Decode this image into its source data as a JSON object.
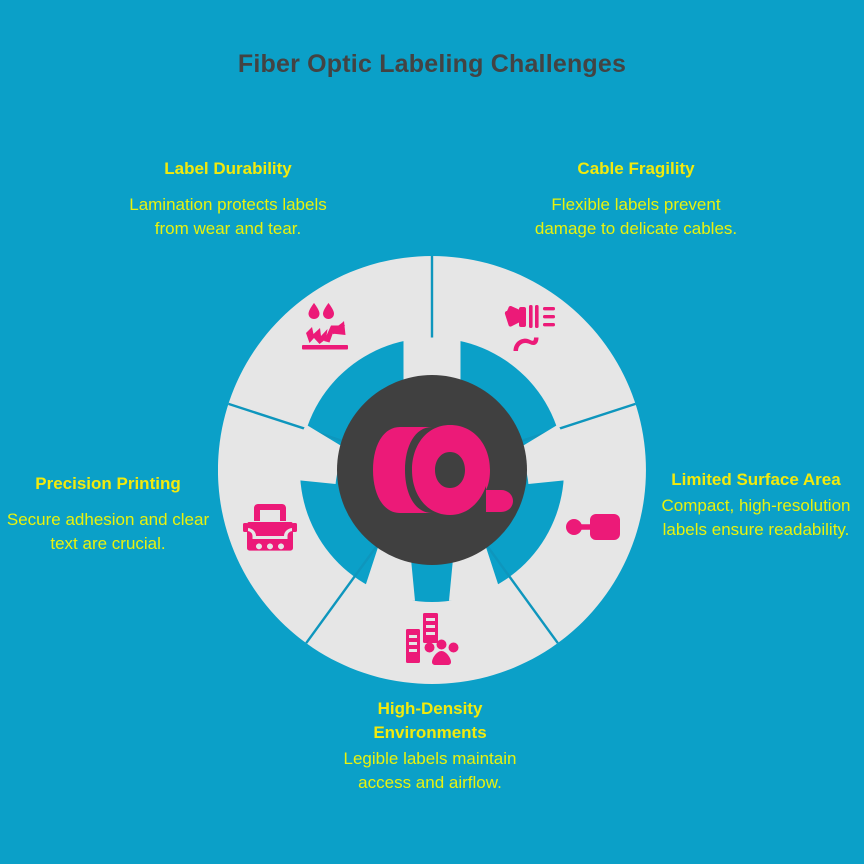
{
  "page": {
    "title": "Fiber Optic Labeling Challenges",
    "background_color": "#0ba0c8",
    "title_color": "#434343",
    "heading_color": "#f2ea0d",
    "body_color": "#e9f20d",
    "ring_color": "#e6e6e6",
    "ring_divider_color": "#0e96bd",
    "hub_color": "#404040",
    "icon_color": "#ec1a78"
  },
  "hub": {
    "icon": "tape-roll-icon"
  },
  "segments": [
    {
      "id": "label-durability",
      "heading": "Label Durability",
      "body": "Lamination protects labels from wear and tear.",
      "icon": "water-resistant-icon",
      "position": "top-left"
    },
    {
      "id": "cable-fragility",
      "heading": "Cable Fragility",
      "body": "Flexible labels prevent damage to delicate cables.",
      "icon": "fiber-connector-icon",
      "position": "top-right"
    },
    {
      "id": "precision-printing",
      "heading": "Precision Printing",
      "body": "Secure adhesion and clear text are crucial.",
      "icon": "toolbox-icon",
      "position": "left"
    },
    {
      "id": "limited-surface-area",
      "heading": "Limited Surface Area",
      "body": "Compact, high-resolution labels ensure readability.",
      "icon": "label-tag-icon",
      "position": "right"
    },
    {
      "id": "high-density-environments",
      "heading": "High-Density Environments",
      "body": "Legible labels maintain access and airflow.",
      "icon": "server-rack-icon",
      "position": "bottom"
    }
  ]
}
